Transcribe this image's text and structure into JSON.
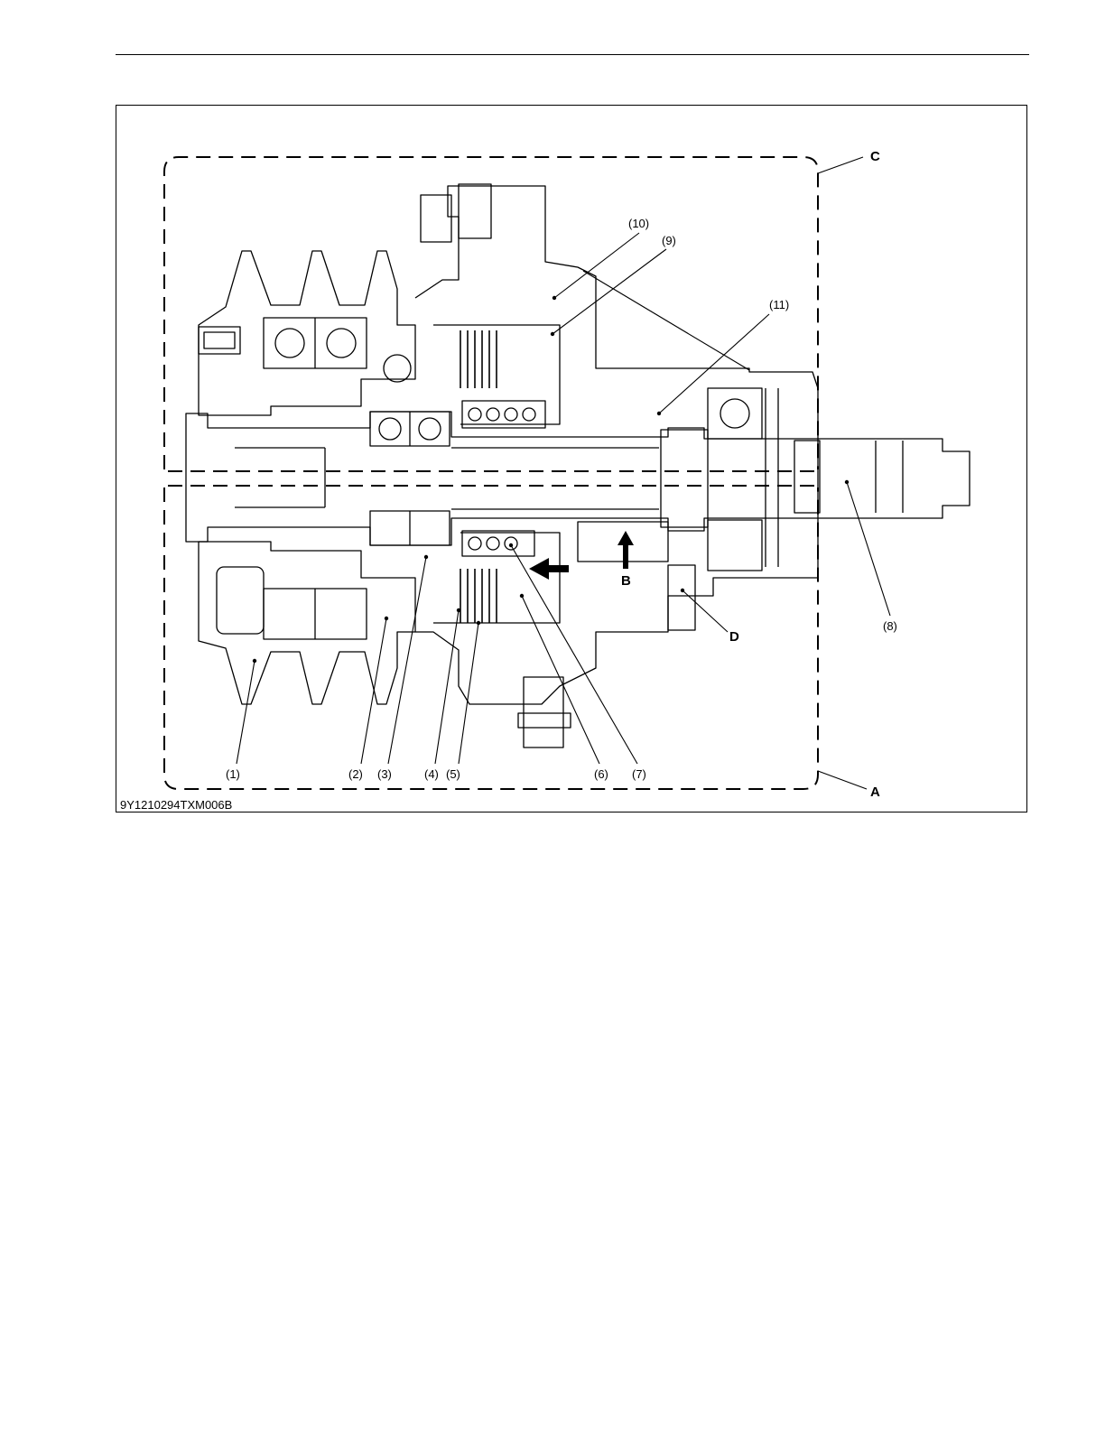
{
  "figure": {
    "code": "9Y1210294TXM006B",
    "part_labels": [
      {
        "id": "1",
        "text": "(1)"
      },
      {
        "id": "2",
        "text": "(2)"
      },
      {
        "id": "3",
        "text": "(3)"
      },
      {
        "id": "4",
        "text": "(4)"
      },
      {
        "id": "5",
        "text": "(5)"
      },
      {
        "id": "6",
        "text": "(6)"
      },
      {
        "id": "7",
        "text": "(7)"
      },
      {
        "id": "8",
        "text": "(8)"
      },
      {
        "id": "9",
        "text": "(9)"
      },
      {
        "id": "10",
        "text": "(10)"
      },
      {
        "id": "11",
        "text": "(11)"
      }
    ],
    "letter_labels": [
      {
        "id": "A",
        "text": "A"
      },
      {
        "id": "B",
        "text": "B"
      },
      {
        "id": "C",
        "text": "C"
      },
      {
        "id": "D",
        "text": "D"
      }
    ]
  },
  "colors": {
    "ink": "#000000",
    "paper": "#ffffff"
  }
}
